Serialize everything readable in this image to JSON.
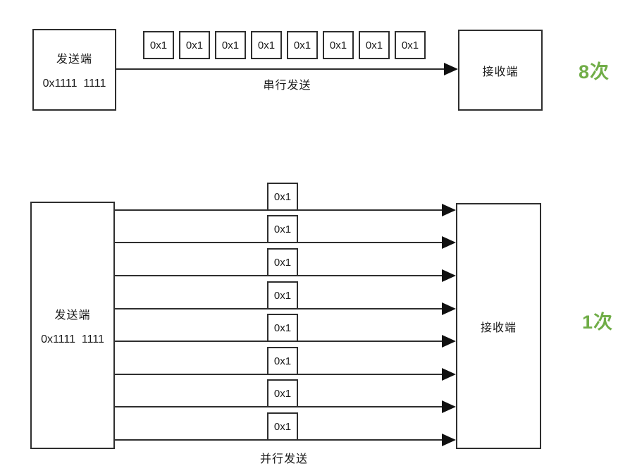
{
  "colors": {
    "accent_green": "#70ad47",
    "line": "#2e2e2e"
  },
  "serial": {
    "sender": {
      "title": "发送端",
      "value": "0x1111  1111"
    },
    "receiver": {
      "title": "接收端"
    },
    "cells": [
      "0x1",
      "0x1",
      "0x1",
      "0x1",
      "0x1",
      "0x1",
      "0x1",
      "0x1"
    ],
    "label": "串行发送",
    "count": "8次"
  },
  "parallel": {
    "sender": {
      "title": "发送端",
      "value": "0x1111  1111"
    },
    "receiver": {
      "title": "接收端"
    },
    "cells": [
      "0x1",
      "0x1",
      "0x1",
      "0x1",
      "0x1",
      "0x1",
      "0x1",
      "0x1"
    ],
    "label": "并行发送",
    "count": "1次"
  }
}
